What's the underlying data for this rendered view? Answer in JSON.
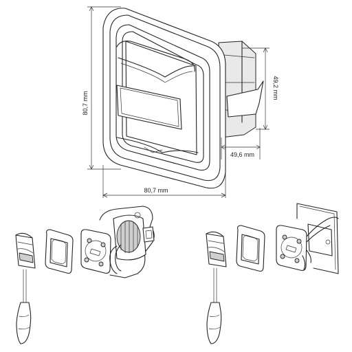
{
  "dimensions": {
    "height": "80,7 mm",
    "width": "80,7 mm",
    "depth": "49,6 mm",
    "box_height": "49,2 mm"
  },
  "colors": {
    "line": "#222222",
    "background": "#ffffff",
    "shade": "#cfcfcf"
  },
  "steps": [
    {
      "name": "install-into-flush-box",
      "parts": [
        "sensor-cover",
        "frame",
        "mechanism",
        "flush-box"
      ]
    },
    {
      "name": "install-into-wall-cutout",
      "parts": [
        "sensor-cover",
        "frame",
        "mechanism",
        "wall-mount"
      ]
    }
  ]
}
